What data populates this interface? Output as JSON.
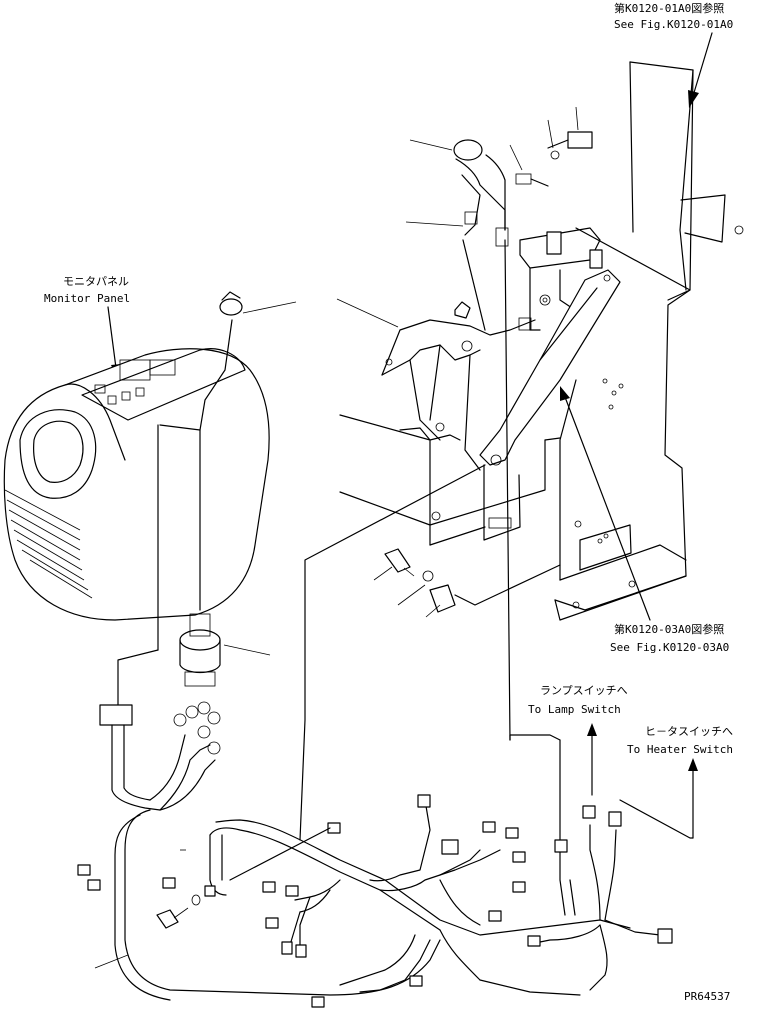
{
  "figure_id": "PR64537",
  "callouts": {
    "top_right": {
      "jp": "第K0120-01A0図参照",
      "en": "See Fig.K0120-01A0"
    },
    "right_middle": {
      "jp": "第K0120-03A0図参照",
      "en": "See Fig.K0120-03A0"
    },
    "monitor_panel": {
      "jp": "モニタパネル",
      "en": "Monitor Panel"
    },
    "lamp_switch": {
      "jp": "ランプスイッチへ",
      "en": "To Lamp Switch"
    },
    "heater_switch": {
      "jp": "ヒ－タスイッチへ",
      "en": "To Heater Switch"
    }
  }
}
